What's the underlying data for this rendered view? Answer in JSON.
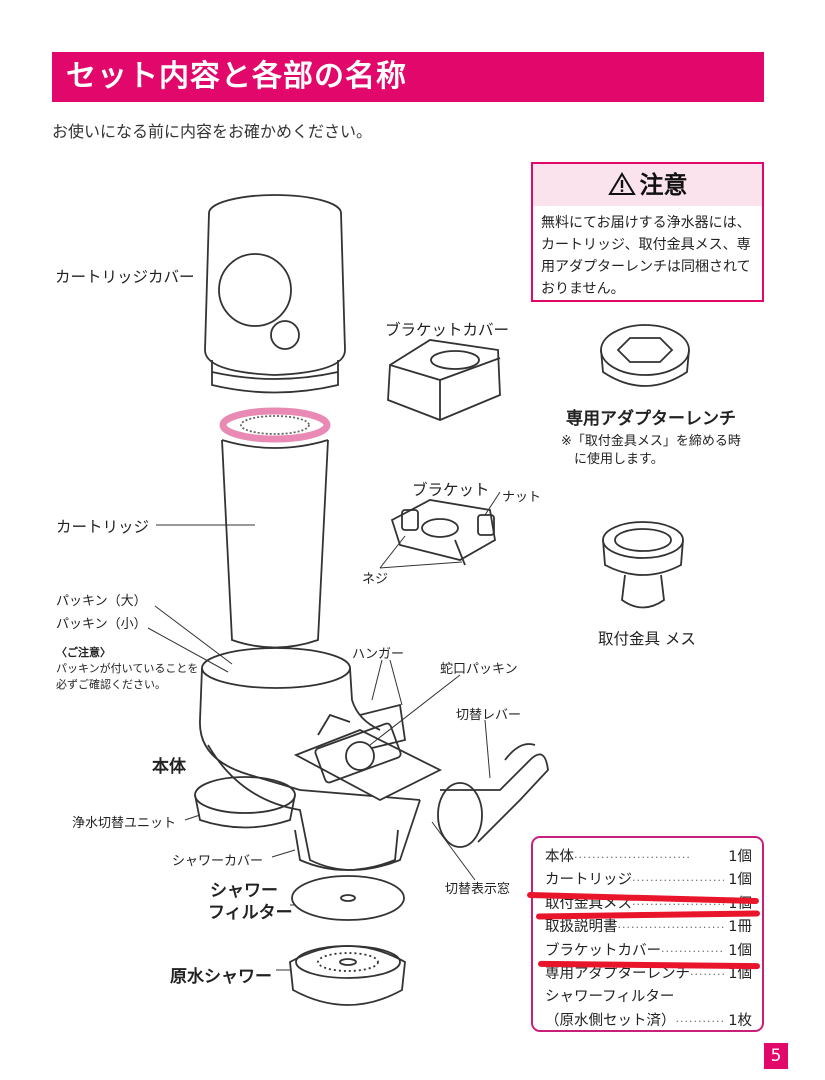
{
  "header": {
    "title": "セット内容と各部の名称",
    "intro": "お使いになる前に内容をお確かめください。"
  },
  "caution": {
    "title": "注意",
    "lines": [
      "無料にてお届けする浄水器には、",
      "カートリッジ、取付金具メス、専",
      "用アダプターレンチは同梱されて",
      "おりません。"
    ]
  },
  "labels": {
    "cartridge_cover": "カートリッジカバー",
    "bracket_cover": "ブラケットカバー",
    "adapter_wrench": "専用アダプターレンチ",
    "adapter_note_1": "※「取付金具メス」を締める時",
    "adapter_note_2": "に使用します。",
    "bracket": "ブラケット",
    "nut": "ナット",
    "screw": "ネジ",
    "cartridge": "カートリッジ",
    "packing_large": "パッキン（大）",
    "packing_small": "パッキン（小）",
    "note_title": "〈ご注意〉",
    "note_1": "パッキンが付いていることを",
    "note_2": "必ずご確認ください。",
    "female_fitting": "取付金具 メス",
    "hanger": "ハンガー",
    "faucet_packing": "蛇口パッキン",
    "switch_lever": "切替レバー",
    "main_body": "本体",
    "filter_switch_unit": "浄水切替ユニット",
    "shower_cover": "シャワーカバー",
    "shower_filter_1": "シャワー",
    "shower_filter_2": "フィルター",
    "switch_window": "切替表示窓",
    "raw_water_shower": "原水シャワー"
  },
  "contents_list": [
    {
      "name": "本体",
      "qty": "1個"
    },
    {
      "name": "カートリッジ",
      "qty": "1個"
    },
    {
      "name": "取付金具メス",
      "qty": "1個"
    },
    {
      "name": "取扱説明書",
      "qty": "1冊"
    },
    {
      "name": "ブラケットカバー",
      "qty": "1個"
    },
    {
      "name": "専用アダプターレンチ",
      "qty": "1個"
    },
    {
      "name": "シャワーフィルター",
      "qty": ""
    },
    {
      "name": "（原水側セット済）",
      "qty": "1枚"
    }
  ],
  "page_number": "5",
  "colors": {
    "accent": "#e2076a",
    "strike": "#e8152b",
    "packing": "#e98ab5"
  }
}
